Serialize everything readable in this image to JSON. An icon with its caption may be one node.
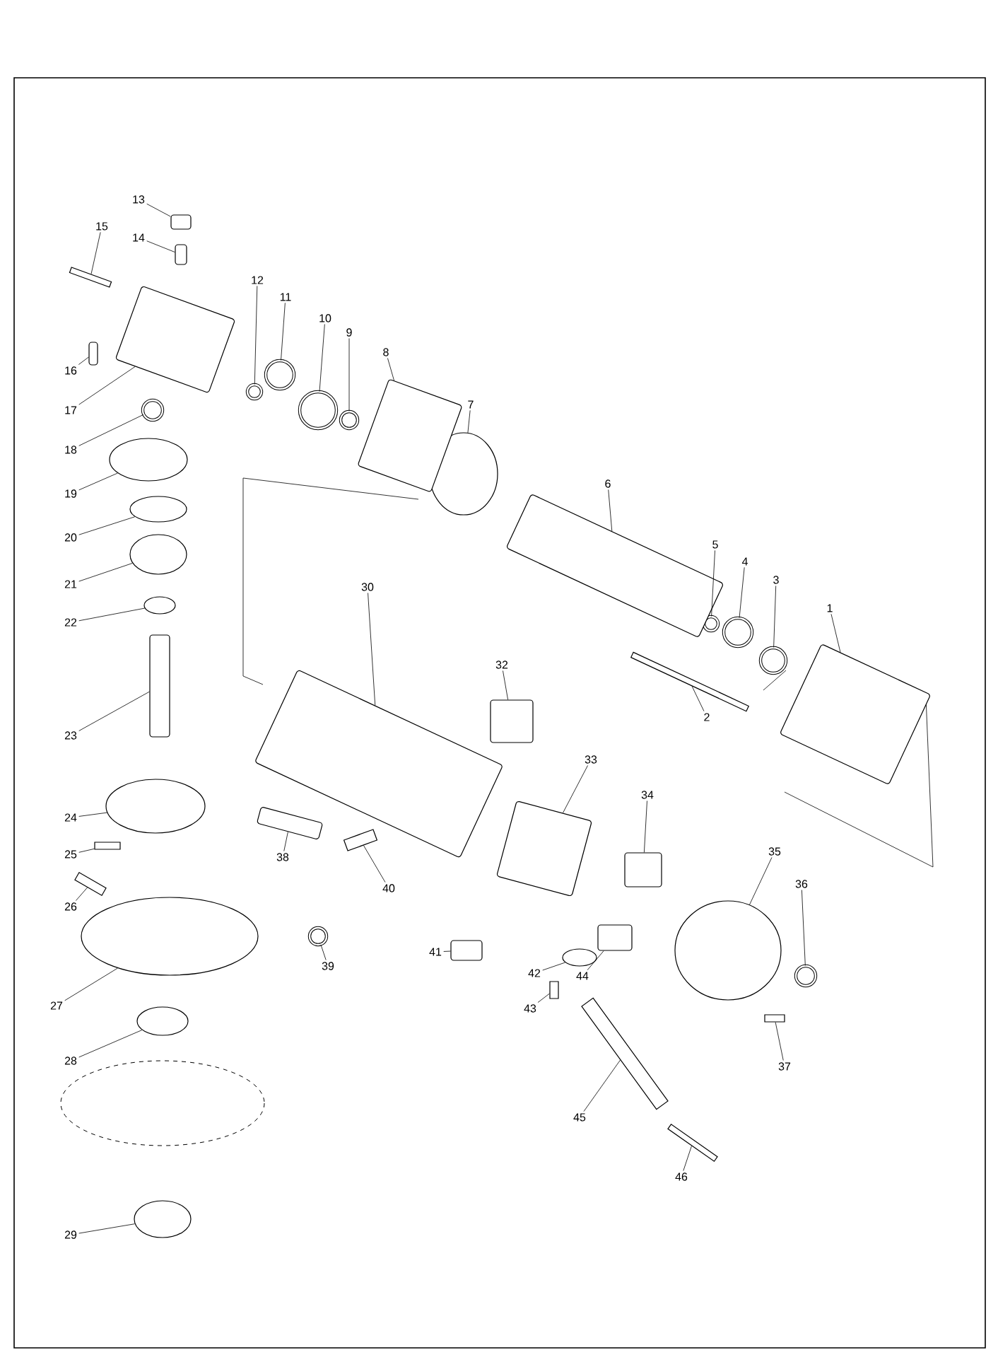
{
  "diagram": {
    "nodes": [
      {
        "text": [
          "1"
        ]
      },
      {
        "text": [],
        "shape": "box"
      },
      {
        "text": [
          "2"
        ]
      },
      {
        "text": [],
        "shape": "bar"
      },
      {
        "text": [
          "3"
        ]
      },
      {
        "text": [],
        "shape": "circle"
      },
      {
        "text": [
          "4"
        ]
      },
      {
        "text": [],
        "shape": "circle"
      },
      {
        "text": [
          "5"
        ]
      },
      {
        "text": [],
        "shape": "circle"
      },
      {
        "text": [
          "6"
        ]
      },
      {
        "text": [],
        "shape": "box"
      },
      {
        "text": [
          "7"
        ]
      },
      {
        "text": [],
        "shape": "ellipse"
      },
      {
        "text": [
          "8"
        ]
      },
      {
        "text": [],
        "shape": "box"
      },
      {
        "text": [
          "9"
        ]
      },
      {
        "text": [],
        "shape": "circle"
      },
      {
        "text": [
          "10"
        ]
      },
      {
        "text": [],
        "shape": "circle"
      },
      {
        "text": [
          "11"
        ]
      },
      {
        "text": [],
        "shape": "circle"
      },
      {
        "text": [
          "12"
        ]
      },
      {
        "text": [],
        "shape": "circle"
      },
      {
        "text": [
          "13"
        ]
      },
      {
        "text": [],
        "shape": "box"
      },
      {
        "text": [
          "14"
        ]
      },
      {
        "text": [],
        "shape": "box"
      },
      {
        "text": [
          "15"
        ]
      },
      {
        "text": [],
        "shape": "bar"
      },
      {
        "text": [
          "16"
        ]
      },
      {
        "text": [],
        "shape": "box"
      },
      {
        "text": [
          "17"
        ]
      },
      {
        "text": [],
        "shape": "box"
      },
      {
        "text": [
          "18"
        ]
      },
      {
        "text": [],
        "shape": "circle"
      },
      {
        "text": [
          "19"
        ]
      },
      {
        "text": [],
        "shape": "ellipse"
      },
      {
        "text": [
          "20"
        ]
      },
      {
        "text": [],
        "shape": "ellipse"
      },
      {
        "text": [
          "21"
        ]
      },
      {
        "text": [],
        "shape": "ellipse"
      },
      {
        "text": [
          "22"
        ]
      },
      {
        "text": [],
        "shape": "ellipse"
      },
      {
        "text": [
          "23"
        ]
      },
      {
        "text": [],
        "shape": "box"
      },
      {
        "text": [
          "24"
        ]
      },
      {
        "text": [],
        "shape": "ellipse"
      },
      {
        "text": [
          "25"
        ]
      },
      {
        "text": [],
        "shape": "bar"
      },
      {
        "text": [
          "26"
        ]
      },
      {
        "text": [],
        "shape": "bar"
      },
      {
        "text": [
          "27"
        ]
      },
      {
        "text": [],
        "shape": "ellipse"
      },
      {
        "text": [
          "28"
        ]
      },
      {
        "text": [],
        "shape": "ellipse"
      },
      {
        "text": [
          "29"
        ]
      },
      {
        "text": [],
        "shape": "ellipse"
      },
      {
        "text": [
          "30"
        ]
      },
      {
        "text": [],
        "shape": "box"
      },
      {
        "text": [
          "32"
        ]
      },
      {
        "text": [],
        "shape": "box"
      },
      {
        "text": [
          "33"
        ]
      },
      {
        "text": [],
        "shape": "box"
      },
      {
        "text": [
          "34"
        ]
      },
      {
        "text": [],
        "shape": "box"
      },
      {
        "text": [
          "35"
        ]
      },
      {
        "text": [],
        "shape": "ellipse"
      },
      {
        "text": [
          "36"
        ]
      },
      {
        "text": [],
        "shape": "circle"
      },
      {
        "text": [
          "37"
        ]
      },
      {
        "text": [],
        "shape": "bar"
      },
      {
        "text": [
          "38"
        ]
      },
      {
        "text": [],
        "shape": "box"
      },
      {
        "text": [
          "39"
        ]
      },
      {
        "text": [],
        "shape": "circle"
      },
      {
        "text": [
          "40"
        ]
      },
      {
        "text": [],
        "shape": "bar"
      },
      {
        "text": [
          "41"
        ]
      },
      {
        "text": [],
        "shape": "box"
      },
      {
        "text": [
          "42"
        ]
      },
      {
        "text": [],
        "shape": "ellipse"
      },
      {
        "text": [
          "43"
        ]
      },
      {
        "text": [],
        "shape": "bar"
      },
      {
        "text": [
          "44"
        ]
      },
      {
        "text": [],
        "shape": "box"
      },
      {
        "text": [
          "45"
        ]
      },
      {
        "text": [],
        "shape": "bar"
      },
      {
        "text": [
          "46"
        ]
      },
      {
        "text": [],
        "shape": "bar"
      }
    ],
    "edges": [
      {
        "from": 0,
        "to": 1,
        "arrow": "none"
      },
      {
        "from": 2,
        "to": 3,
        "arrow": "none"
      },
      {
        "from": 4,
        "to": 5,
        "arrow": "none"
      },
      {
        "from": 6,
        "to": 7,
        "arrow": "none"
      },
      {
        "from": 8,
        "to": 9,
        "arrow": "none"
      },
      {
        "from": 10,
        "to": 11,
        "arrow": "none"
      },
      {
        "from": 12,
        "to": 13,
        "arrow": "none"
      },
      {
        "from": 14,
        "to": 15,
        "arrow": "none"
      },
      {
        "from": 16,
        "to": 17,
        "arrow": "none"
      },
      {
        "from": 18,
        "to": 19,
        "arrow": "none"
      },
      {
        "from": 20,
        "to": 21,
        "arrow": "none"
      },
      {
        "from": 22,
        "to": 23,
        "arrow": "none"
      },
      {
        "from": 24,
        "to": 25,
        "arrow": "none"
      },
      {
        "from": 26,
        "to": 27,
        "arrow": "none"
      },
      {
        "from": 28,
        "to": 29,
        "arrow": "none"
      },
      {
        "from": 30,
        "to": 31,
        "arrow": "none"
      },
      {
        "from": 32,
        "to": 33,
        "arrow": "none"
      },
      {
        "from": 34,
        "to": 35,
        "arrow": "none"
      },
      {
        "from": 36,
        "to": 37,
        "arrow": "none"
      },
      {
        "from": 38,
        "to": 39,
        "arrow": "none"
      },
      {
        "from": 40,
        "to": 41,
        "arrow": "none"
      },
      {
        "from": 42,
        "to": 43,
        "arrow": "none"
      },
      {
        "from": 44,
        "to": 45,
        "arrow": "none"
      },
      {
        "from": 46,
        "to": 47,
        "arrow": "none"
      },
      {
        "from": 48,
        "to": 49,
        "arrow": "none"
      },
      {
        "from": 50,
        "to": 51,
        "arrow": "none"
      },
      {
        "from": 52,
        "to": 53,
        "arrow": "none"
      },
      {
        "from": 54,
        "to": 55,
        "arrow": "none"
      },
      {
        "from": 56,
        "to": 57,
        "arrow": "none"
      },
      {
        "from": 58,
        "to": 59,
        "arrow": "none"
      },
      {
        "from": 60,
        "to": 61,
        "arrow": "none"
      },
      {
        "from": 62,
        "to": 63,
        "arrow": "none"
      },
      {
        "from": 64,
        "to": 65,
        "arrow": "none"
      },
      {
        "from": 66,
        "to": 67,
        "arrow": "none"
      },
      {
        "from": 68,
        "to": 69,
        "arrow": "none"
      },
      {
        "from": 70,
        "to": 71,
        "arrow": "none"
      },
      {
        "from": 72,
        "to": 73,
        "arrow": "none"
      },
      {
        "from": 74,
        "to": 75,
        "arrow": "none"
      },
      {
        "from": 76,
        "to": 77,
        "arrow": "none"
      },
      {
        "from": 78,
        "to": 79,
        "arrow": "none"
      },
      {
        "from": 80,
        "to": 81,
        "arrow": "none"
      },
      {
        "from": 82,
        "to": 83,
        "arrow": "none"
      },
      {
        "from": 84,
        "to": 85,
        "arrow": "none"
      },
      {
        "from": 86,
        "to": 87,
        "arrow": "none"
      },
      {
        "from": 88,
        "to": 89,
        "arrow": "none"
      }
    ]
  }
}
